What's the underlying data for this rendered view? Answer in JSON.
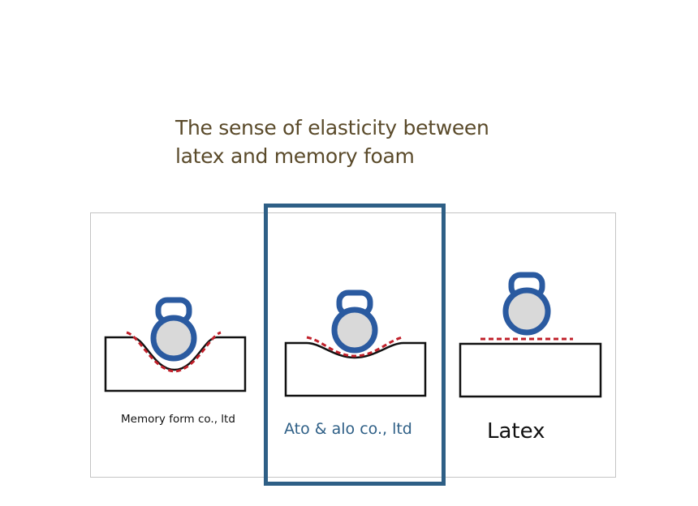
{
  "title": {
    "line1": "The sense of elasticity between",
    "line2": "latex and memory foam"
  },
  "panels": [
    {
      "label": "Memory form co., ltd",
      "highlighted": false
    },
    {
      "label": "Ato & alo co., ltd",
      "highlighted": true
    },
    {
      "label": "Latex",
      "highlighted": false
    }
  ],
  "colors": {
    "title": "#5a4a2a",
    "highlight": "#2e5f86",
    "kettlebell": "#2a5aa0",
    "kettlebell_fill": "#d9d9d9",
    "dashed_line": "#c0202a"
  }
}
